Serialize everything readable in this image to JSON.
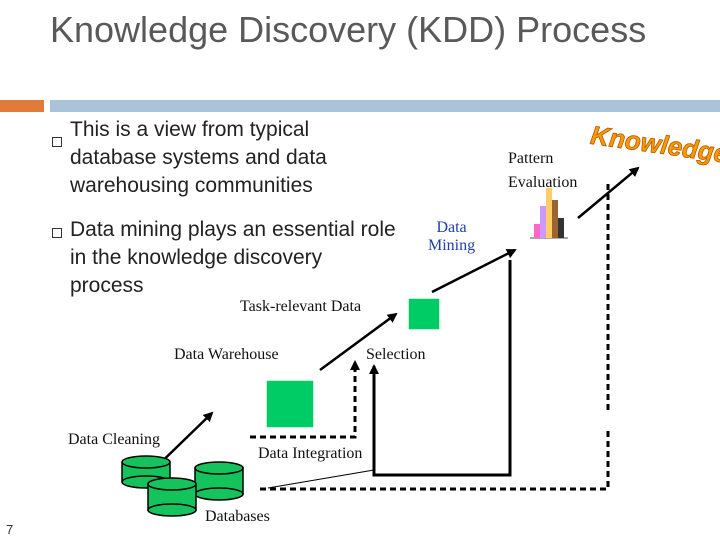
{
  "slide": {
    "title": "Knowledge Discovery (KDD) Process",
    "number": "7"
  },
  "bullets": [
    "This is a view from typical database systems and data warehousing communities",
    "Data mining plays an essential role in the knowledge discovery process"
  ],
  "diagram": {
    "databases": "Databases",
    "data_cleaning": "Data Cleaning",
    "data_integration": "Data Integration",
    "data_warehouse": "Data Warehouse",
    "selection": "Selection",
    "task_relevant": "Task-relevant Data",
    "data_mining": "Data\nMining",
    "pattern_evaluation": "Pattern\nEvaluation",
    "knowledge": "Knowledge"
  },
  "colors": {
    "box_green": "#00cc66",
    "cylinder_green": "#14c35c",
    "accent_orange": "#e07b39",
    "accent_blue": "#a9c4d9",
    "knowledge_fill": "#ff9900",
    "label_blue": "#1f3fa8"
  }
}
